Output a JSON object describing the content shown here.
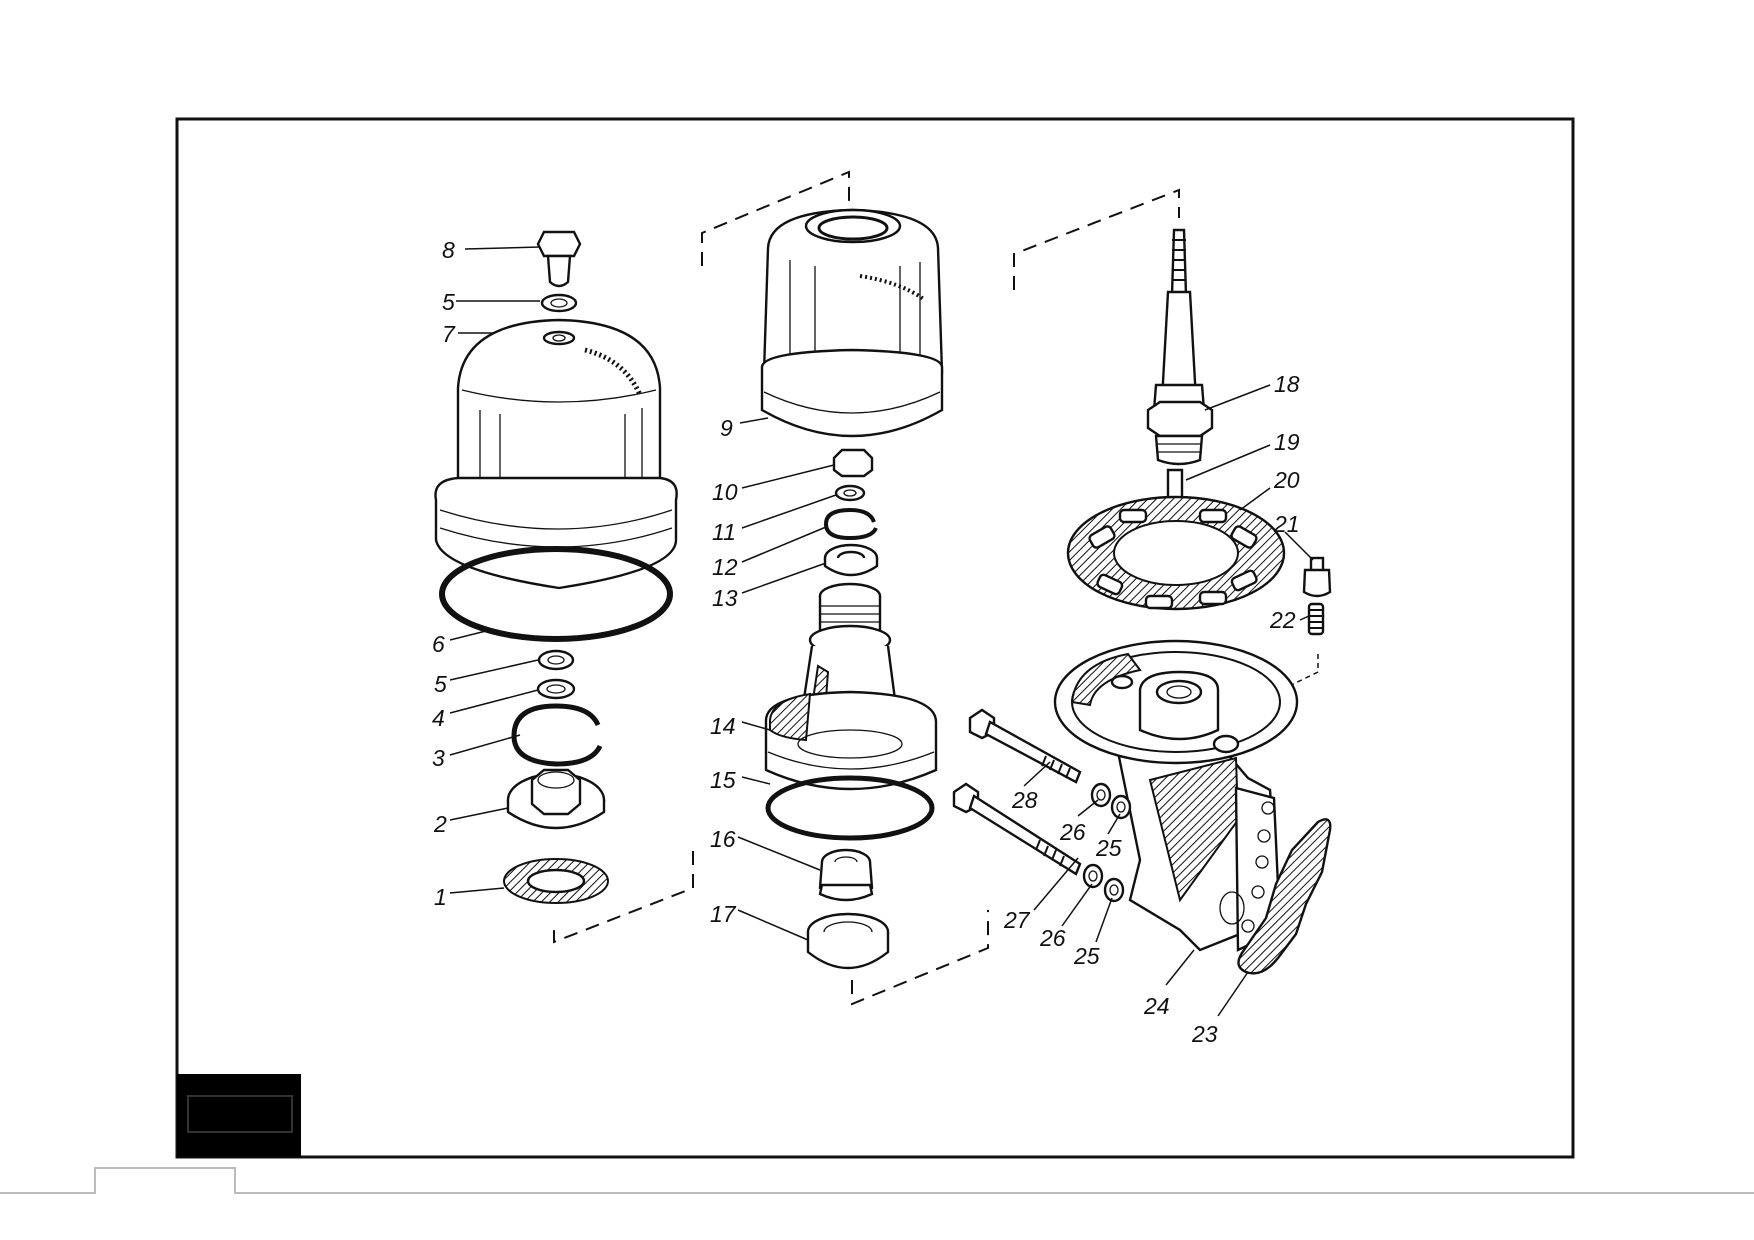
{
  "figure": {
    "callouts": [
      {
        "id": "c8",
        "text": "8"
      },
      {
        "id": "c5a",
        "text": "5"
      },
      {
        "id": "c7",
        "text": "7"
      },
      {
        "id": "c6",
        "text": "6"
      },
      {
        "id": "c5b",
        "text": "5"
      },
      {
        "id": "c4",
        "text": "4"
      },
      {
        "id": "c3",
        "text": "3"
      },
      {
        "id": "c2",
        "text": "2"
      },
      {
        "id": "c1",
        "text": "1"
      },
      {
        "id": "c9",
        "text": "9"
      },
      {
        "id": "c10",
        "text": "10"
      },
      {
        "id": "c11",
        "text": "11"
      },
      {
        "id": "c12",
        "text": "12"
      },
      {
        "id": "c13",
        "text": "13"
      },
      {
        "id": "c14",
        "text": "14"
      },
      {
        "id": "c15",
        "text": "15"
      },
      {
        "id": "c16",
        "text": "16"
      },
      {
        "id": "c17",
        "text": "17"
      },
      {
        "id": "c18",
        "text": "18"
      },
      {
        "id": "c19",
        "text": "19"
      },
      {
        "id": "c20",
        "text": "20"
      },
      {
        "id": "c21",
        "text": "21"
      },
      {
        "id": "c22",
        "text": "22"
      },
      {
        "id": "c28",
        "text": "28"
      },
      {
        "id": "c26a",
        "text": "26"
      },
      {
        "id": "c25a",
        "text": "25"
      },
      {
        "id": "c27",
        "text": "27"
      },
      {
        "id": "c26b",
        "text": "26"
      },
      {
        "id": "c25b",
        "text": "25"
      },
      {
        "id": "c24",
        "text": "24"
      },
      {
        "id": "c23",
        "text": "23"
      }
    ]
  }
}
